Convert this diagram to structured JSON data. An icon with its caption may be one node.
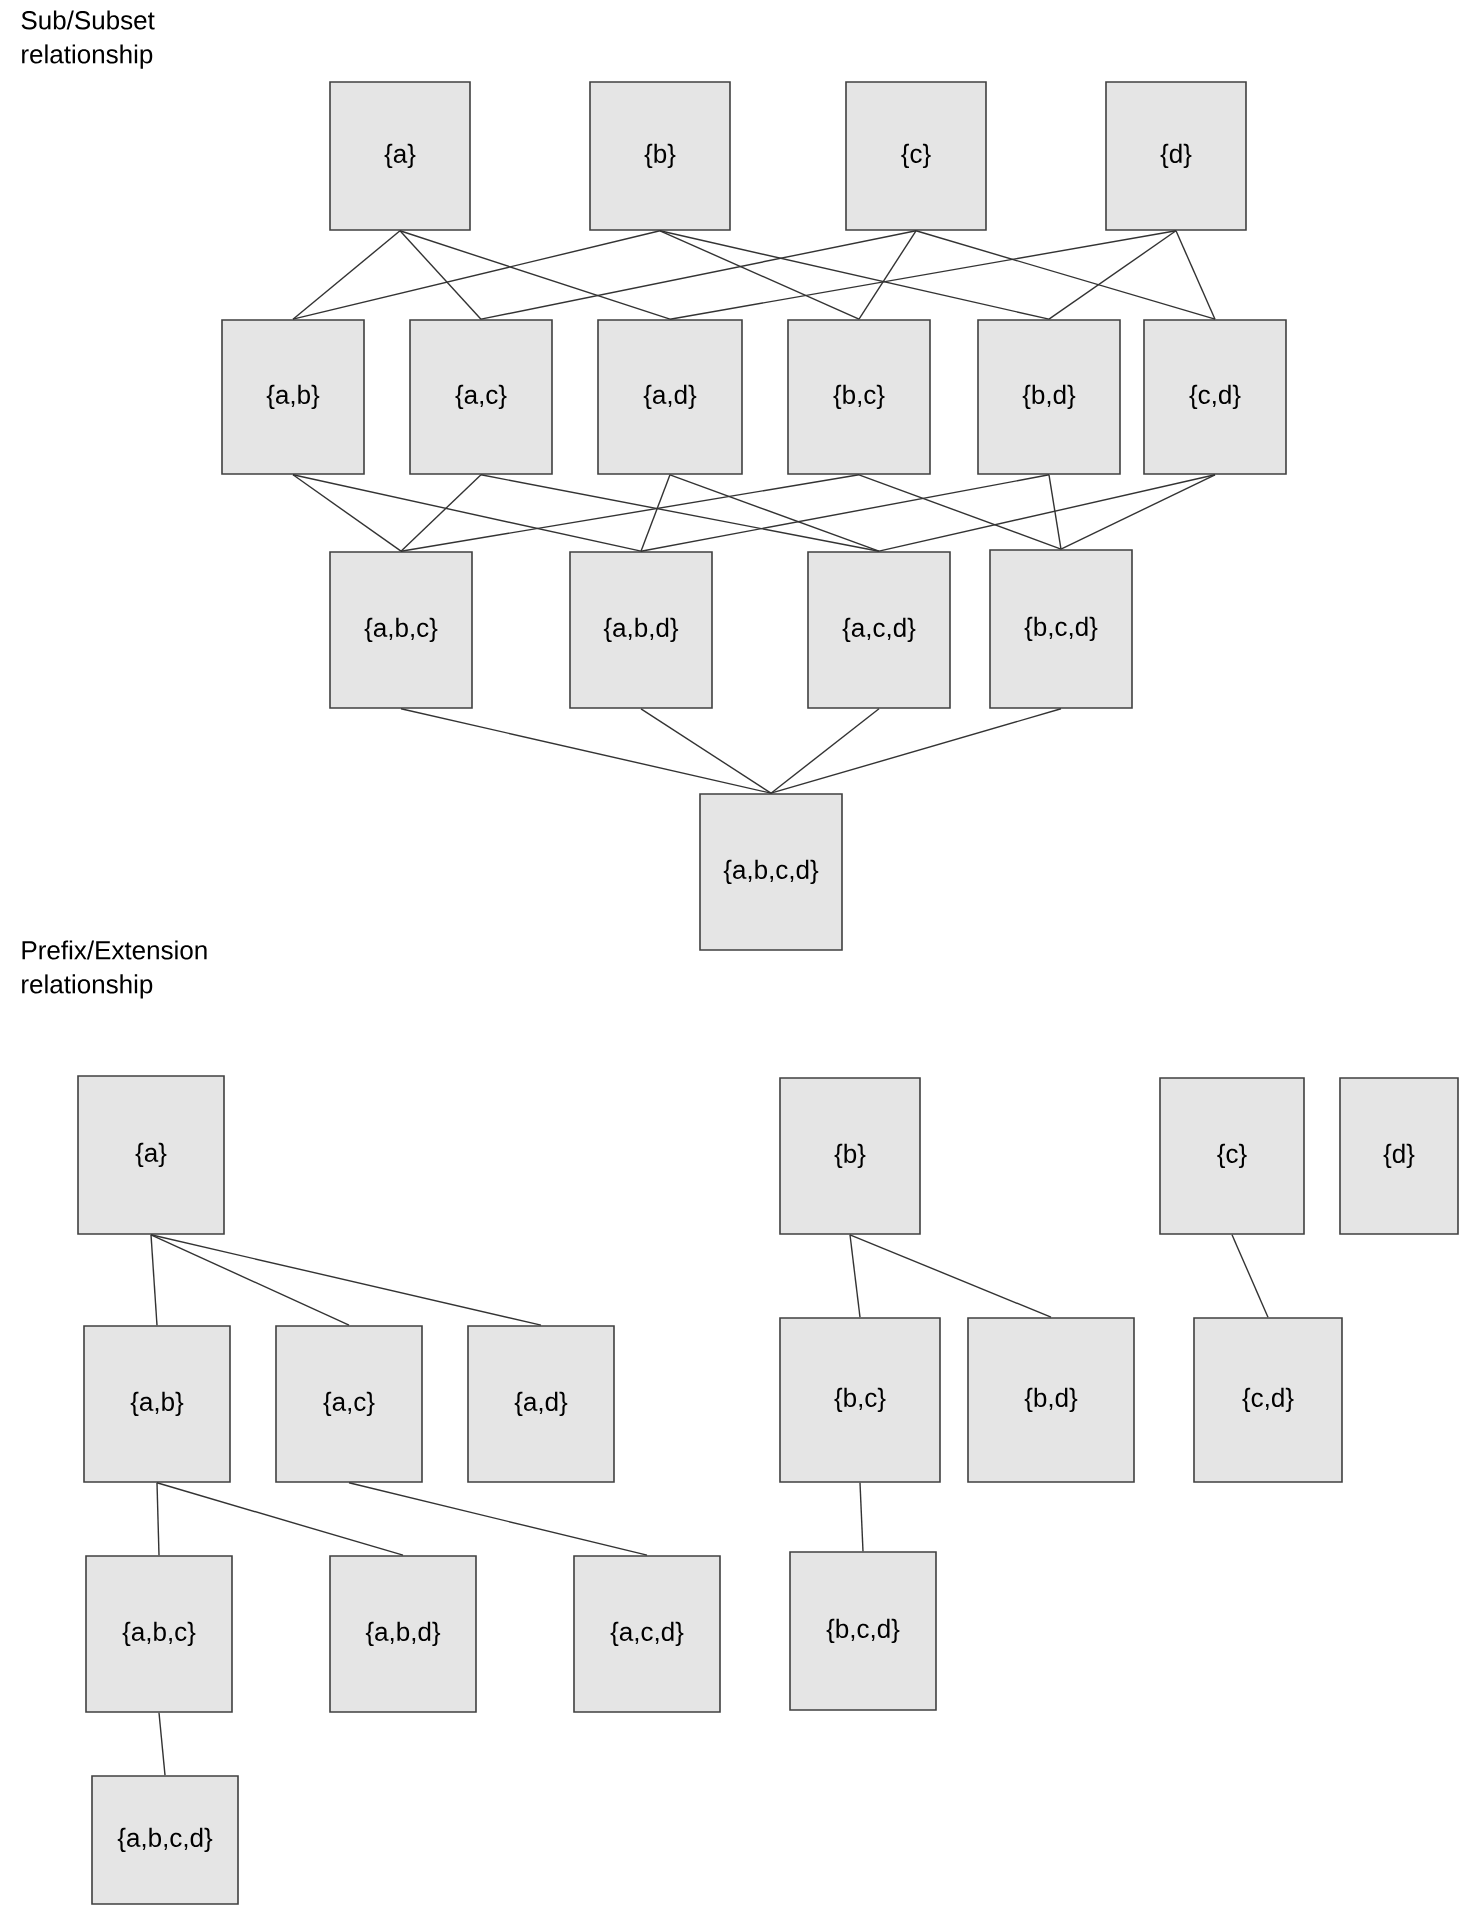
{
  "diagram": {
    "nodes": [
      {
        "text": [
          "{a}"
        ]
      },
      {
        "text": [
          "{b}"
        ]
      },
      {
        "text": [
          "{c}"
        ]
      },
      {
        "text": [
          "{d}"
        ]
      },
      {
        "text": [
          "{a,b}"
        ]
      },
      {
        "text": [
          "{a,c}"
        ]
      },
      {
        "text": [
          "{a,d}"
        ]
      },
      {
        "text": [
          "{b,c}"
        ]
      },
      {
        "text": [
          "{b,d}"
        ]
      },
      {
        "text": [
          "{c,d}"
        ]
      },
      {
        "text": [
          "{a,b,c}"
        ]
      },
      {
        "text": [
          "{a,b,d}"
        ]
      },
      {
        "text": [
          "{a,c,d}"
        ]
      },
      {
        "text": [
          "{b,c,d}"
        ]
      },
      {
        "text": [
          "{a,b,c,d}"
        ]
      },
      {
        "text": [
          "{a}"
        ]
      },
      {
        "text": [
          "{b}"
        ]
      },
      {
        "text": [
          "{c}"
        ]
      },
      {
        "text": [
          "{d}"
        ]
      },
      {
        "text": [
          "{a,b}"
        ]
      },
      {
        "text": [
          "{a,c}"
        ]
      },
      {
        "text": [
          "{a,d}"
        ]
      },
      {
        "text": [
          "{b,c}"
        ]
      },
      {
        "text": [
          "{b,d}"
        ]
      },
      {
        "text": [
          "{c,d}"
        ]
      },
      {
        "text": [
          "{a,b,c}"
        ]
      },
      {
        "text": [
          "{a,b,d}"
        ]
      },
      {
        "text": [
          "{a,c,d}"
        ]
      },
      {
        "text": [
          "{b,c,d}"
        ]
      },
      {
        "text": [
          "{a,b,c,d}"
        ]
      }
    ],
    "edges": [
      {
        "from": 0,
        "to": 4,
        "arrow": "none"
      },
      {
        "from": 0,
        "to": 5,
        "arrow": "none"
      },
      {
        "from": 0,
        "to": 6,
        "arrow": "none"
      },
      {
        "from": 1,
        "to": 4,
        "arrow": "none"
      },
      {
        "from": 1,
        "to": 7,
        "arrow": "none"
      },
      {
        "from": 1,
        "to": 8,
        "arrow": "none"
      },
      {
        "from": 2,
        "to": 5,
        "arrow": "none"
      },
      {
        "from": 2,
        "to": 7,
        "arrow": "none"
      },
      {
        "from": 2,
        "to": 9,
        "arrow": "none"
      },
      {
        "from": 3,
        "to": 6,
        "arrow": "none"
      },
      {
        "from": 3,
        "to": 8,
        "arrow": "none"
      },
      {
        "from": 3,
        "to": 9,
        "arrow": "none"
      },
      {
        "from": 4,
        "to": 10,
        "arrow": "none"
      },
      {
        "from": 4,
        "to": 11,
        "arrow": "none"
      },
      {
        "from": 5,
        "to": 10,
        "arrow": "none"
      },
      {
        "from": 5,
        "to": 12,
        "arrow": "none"
      },
      {
        "from": 6,
        "to": 11,
        "arrow": "none"
      },
      {
        "from": 6,
        "to": 12,
        "arrow": "none"
      },
      {
        "from": 7,
        "to": 10,
        "arrow": "none"
      },
      {
        "from": 7,
        "to": 13,
        "arrow": "none"
      },
      {
        "from": 8,
        "to": 11,
        "arrow": "none"
      },
      {
        "from": 8,
        "to": 13,
        "arrow": "none"
      },
      {
        "from": 9,
        "to": 12,
        "arrow": "none"
      },
      {
        "from": 9,
        "to": 13,
        "arrow": "none"
      },
      {
        "from": 10,
        "to": 14,
        "arrow": "none"
      },
      {
        "from": 11,
        "to": 14,
        "arrow": "none"
      },
      {
        "from": 12,
        "to": 14,
        "arrow": "none"
      },
      {
        "from": 13,
        "to": 14,
        "arrow": "none"
      },
      {
        "from": 15,
        "to": 19,
        "arrow": "none"
      },
      {
        "from": 15,
        "to": 20,
        "arrow": "none"
      },
      {
        "from": 15,
        "to": 21,
        "arrow": "none"
      },
      {
        "from": 19,
        "to": 25,
        "arrow": "none"
      },
      {
        "from": 19,
        "to": 26,
        "arrow": "none"
      },
      {
        "from": 20,
        "to": 27,
        "arrow": "none"
      },
      {
        "from": 25,
        "to": 29,
        "arrow": "none"
      },
      {
        "from": 16,
        "to": 22,
        "arrow": "none"
      },
      {
        "from": 16,
        "to": 23,
        "arrow": "none"
      },
      {
        "from": 22,
        "to": 28,
        "arrow": "none"
      },
      {
        "from": 17,
        "to": 24,
        "arrow": "none"
      }
    ],
    "labels": [
      "Sub/Subset relationship",
      "Prefix/Extension relationship"
    ]
  }
}
